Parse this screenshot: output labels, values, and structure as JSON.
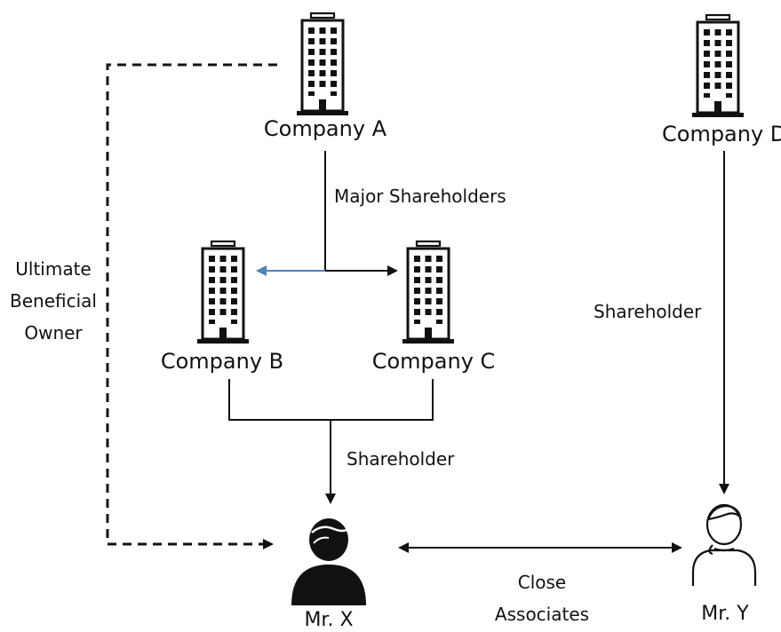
{
  "nodes": {
    "company_a": {
      "label": "Company A",
      "icon": "building-icon"
    },
    "company_b": {
      "label": "Company B",
      "icon": "building-icon"
    },
    "company_c": {
      "label": "Company C",
      "icon": "building-icon"
    },
    "company_d": {
      "label": "Company D",
      "icon": "building-icon"
    },
    "mr_x": {
      "label": "Mr. X",
      "icon": "person-filled-icon"
    },
    "mr_y": {
      "label": "Mr. Y",
      "icon": "person-outline-icon"
    }
  },
  "edges": {
    "major_shareholders": {
      "label": "Major Shareholders"
    },
    "bc_shareholder": {
      "label": "Shareholder"
    },
    "d_shareholder": {
      "label": "Shareholder"
    },
    "ultimate_owner": {
      "label_lines": [
        "Ultimate",
        "Beneficial",
        "Owner"
      ]
    },
    "close_associates": {
      "label_lines": [
        "Close",
        "Associates"
      ]
    }
  },
  "colors": {
    "line": "#111111",
    "accent_arrow": "#4f81bd"
  }
}
